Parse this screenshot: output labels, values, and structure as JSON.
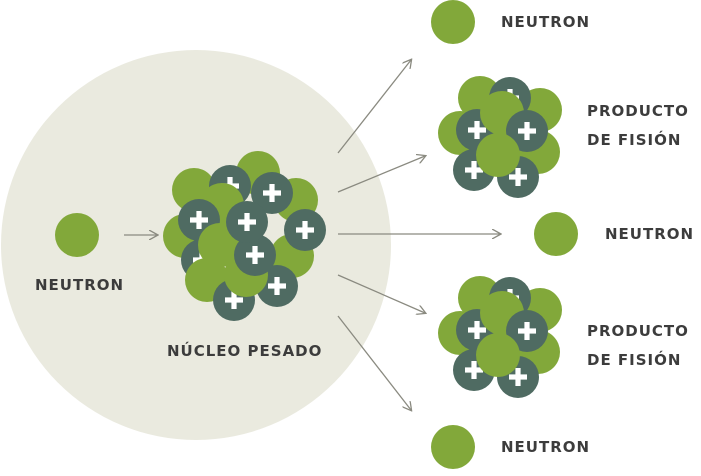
{
  "labels": {
    "incoming_neutron": "NEUTRON",
    "heavy_nucleus": "NÚCLEO PESADO",
    "out_neutron_top": "NEUTRON",
    "out_neutron_middle": "NEUTRON",
    "out_neutron_bottom": "NEUTRON",
    "fission_product_1_line1": "PRODUCTO",
    "fission_product_1_line2": "DE FISIÓN",
    "fission_product_2_line1": "PRODUCTO",
    "fission_product_2_line2": "DE FISIÓN"
  },
  "colors": {
    "background_circle": "#eaeadf",
    "neutron": "#82a83a",
    "proton": "#4f6b62",
    "plus": "#ffffff",
    "arrow": "#8a8a80",
    "text": "#3c3c3c"
  },
  "icons": {
    "neutron": "green-circle",
    "proton": "dark-circle-with-plus",
    "arrow": "thin-arrow"
  }
}
